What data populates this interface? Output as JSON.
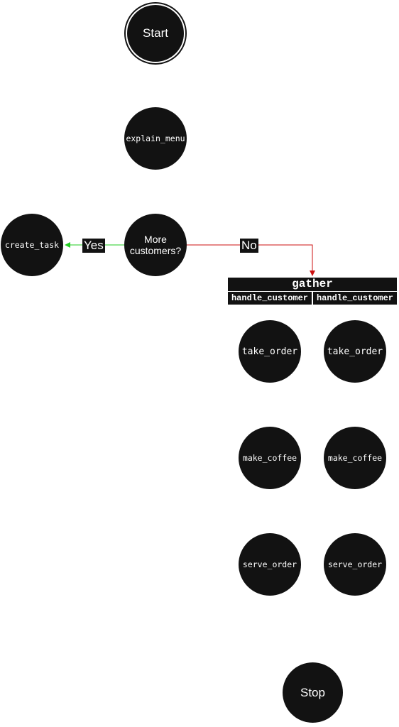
{
  "nodes": {
    "start": "Start",
    "explain_menu": "explain_menu",
    "decision_line1": "More",
    "decision_line2": "customers?",
    "create_task": "create_task",
    "stop": "Stop"
  },
  "edges": {
    "yes_label": "Yes",
    "no_label": "No",
    "yes_color": "#22cc22",
    "no_color": "#cc1111"
  },
  "gather": {
    "title": "gather",
    "columns": [
      {
        "label": "handle_customer",
        "steps": [
          "take_order",
          "make_coffee",
          "serve_order"
        ]
      },
      {
        "label": "handle_customer",
        "steps": [
          "take_order",
          "make_coffee",
          "serve_order"
        ]
      }
    ]
  }
}
